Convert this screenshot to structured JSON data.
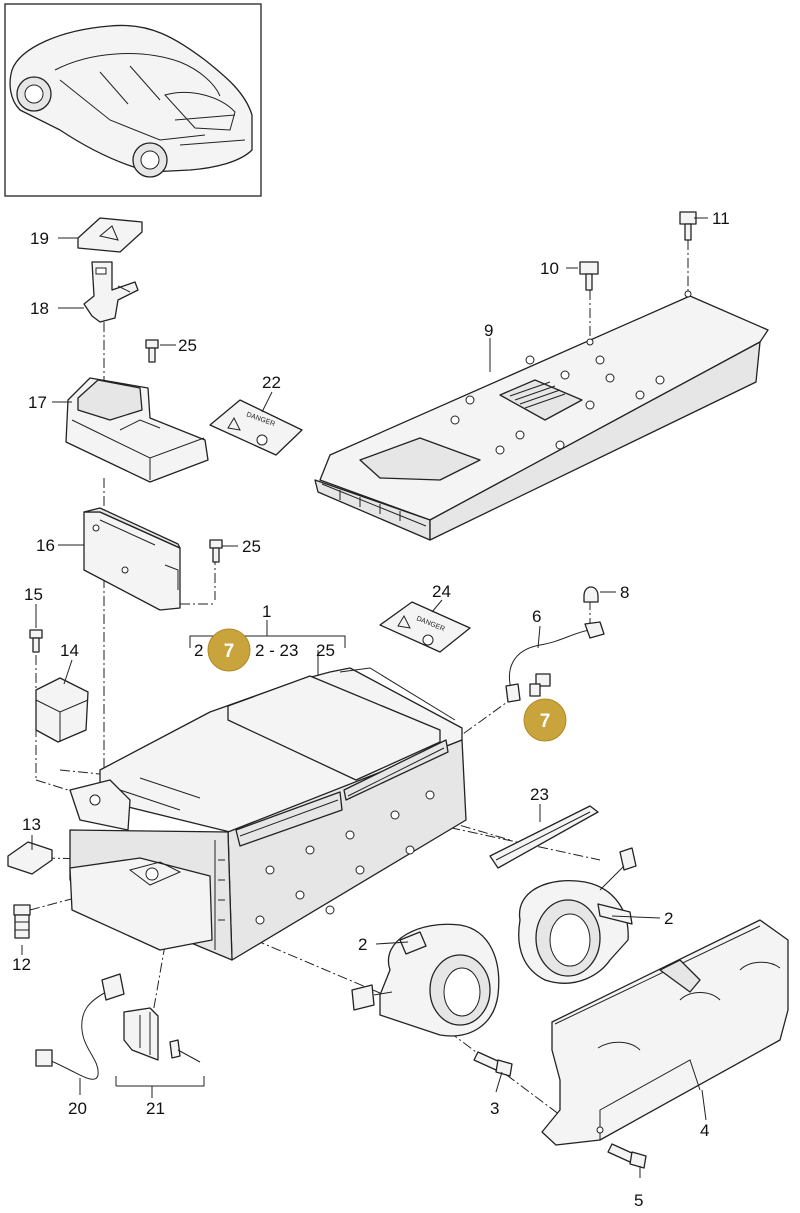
{
  "labels": {
    "p1": "1",
    "p2a": "2",
    "p2b": "2",
    "p2c": "2",
    "p3": "3",
    "p4": "4",
    "p5": "5",
    "p6": "6",
    "p8": "8",
    "p9": "9",
    "p10": "10",
    "p11": "11",
    "p12": "12",
    "p13": "13",
    "p14": "14",
    "p15": "15",
    "p16": "16",
    "p17": "17",
    "p18": "18",
    "p19": "19",
    "p20": "20",
    "p21": "21",
    "p22": "22",
    "p23": "23",
    "p24": "24",
    "p25a": "25",
    "p25b": "25",
    "p25c": "25",
    "range": "2 - 23"
  },
  "badges": {
    "badge1": "7",
    "badge2": "7"
  },
  "sticker": {
    "danger": "DANGER"
  },
  "colors": {
    "badge": "#c9a33c",
    "line": "#222222"
  }
}
